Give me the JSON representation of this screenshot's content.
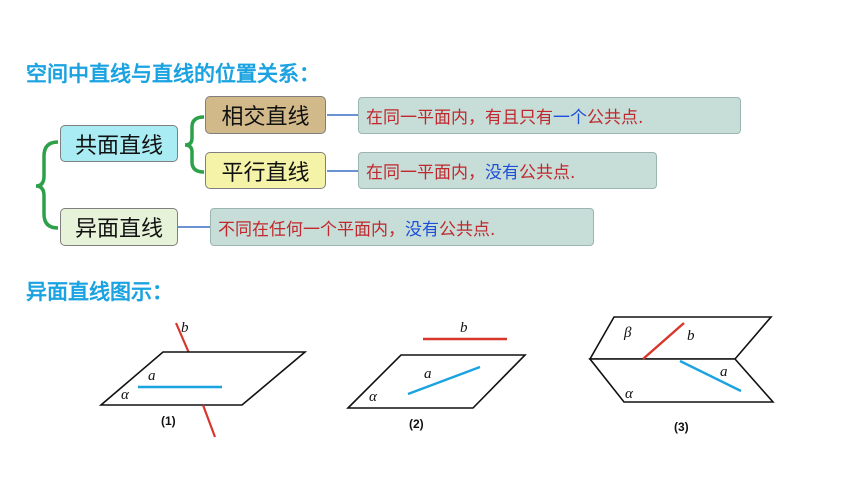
{
  "heading_relation": "空间中直线与直线的位置关系：",
  "heading_figures": "异面直线图示：",
  "tree": {
    "coplanar": "共面直线",
    "intersecting": "相交直线",
    "parallel": "平行直线",
    "skew": "异面直线"
  },
  "descriptions": {
    "intersecting": {
      "part1": "在同一平面内，有且只有",
      "part2": "一个",
      "part3": "公共点."
    },
    "parallel": {
      "part1": "在同一平面内，",
      "part2": "没有",
      "part3": "公共点."
    },
    "skew": {
      "part1": "不同在任何一个平面内，",
      "part2": "没有",
      "part3": "公共点."
    }
  },
  "colors": {
    "heading": "#1aa3e0",
    "intersecting_box": "#d2b98a",
    "parallel_box": "#f4f3a8",
    "coplanar_box": "#a9ecf4",
    "skew_box": "#e7f3d9",
    "brace": "#2ea04a",
    "connector": "#6c93d1",
    "line_a": "#19a3e0",
    "line_b": "#d8362b"
  },
  "figures": {
    "fig1": {
      "label": "(1)",
      "plane": "α",
      "line_a": "a",
      "line_b": "b"
    },
    "fig2": {
      "label": "(2)",
      "plane": "α",
      "line_a": "a",
      "line_b": "b"
    },
    "fig3": {
      "label": "(3)",
      "plane_alpha": "α",
      "plane_beta": "β",
      "line_a": "a",
      "line_b": "b"
    }
  }
}
